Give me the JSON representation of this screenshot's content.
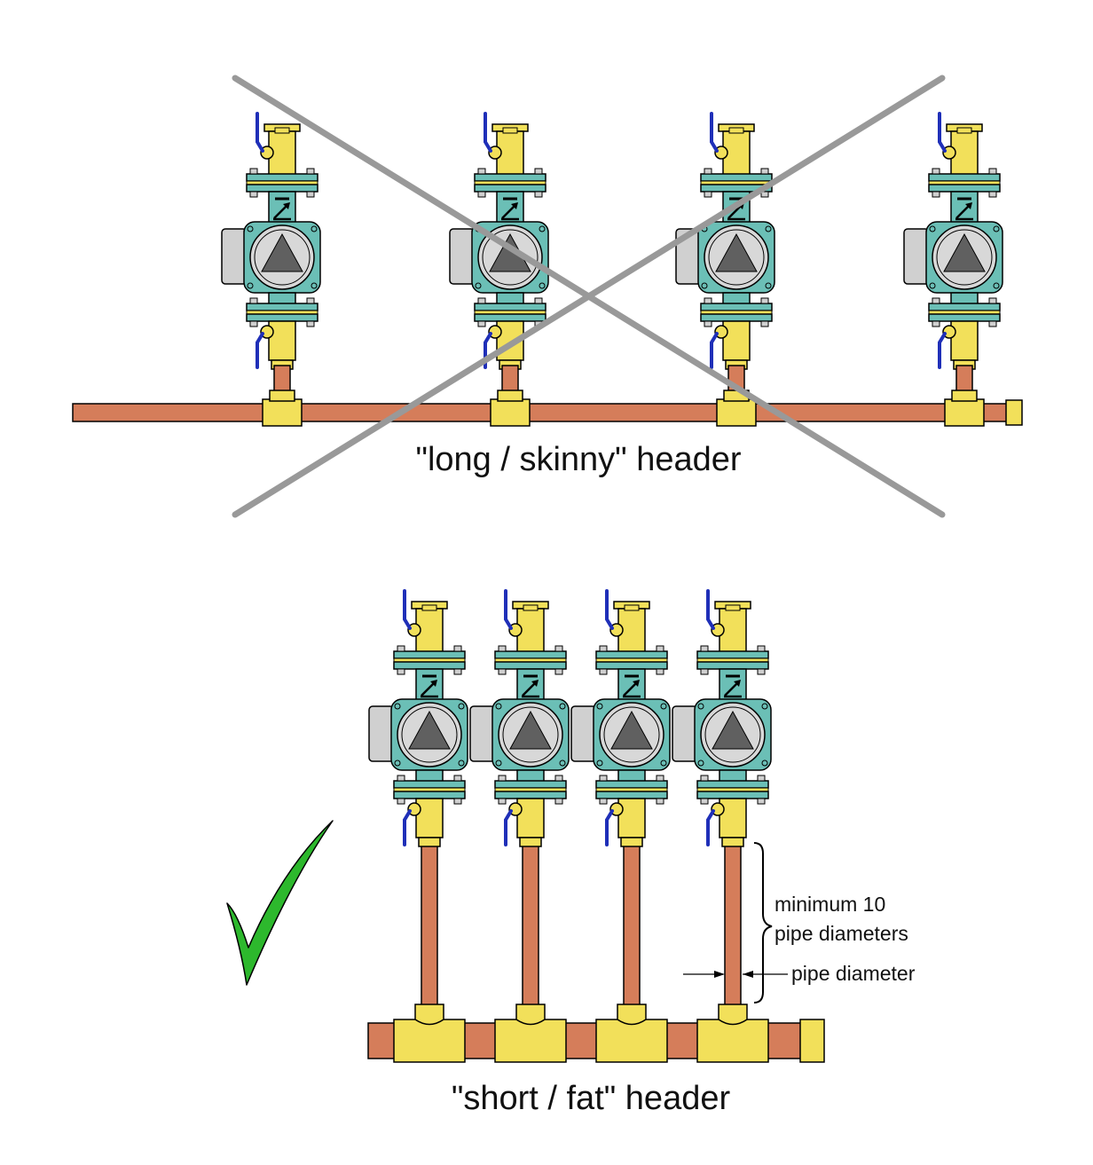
{
  "top_header": {
    "caption": "\"long / skinny\" header",
    "verdict_icon": "cross-out-icon",
    "pump_count": 4
  },
  "bottom_header": {
    "caption": "\"short / fat\" header",
    "verdict_icon": "checkmark-icon",
    "pump_count": 4
  },
  "annotations": {
    "straight_run": "minimum 10\npipe diameters",
    "straight_run_line1": "minimum 10",
    "straight_run_line2": "pipe diameters",
    "pipe_diameter": "pipe diameter"
  },
  "colors": {
    "copper": "#d57d5a",
    "brass": "#f2e05a",
    "pump_body": "#6bbfb6",
    "motor_grey": "#d0d0d0",
    "cross_out": "#999999",
    "check_green": "#2db82d",
    "valve_handle": "#1f2fb8"
  }
}
